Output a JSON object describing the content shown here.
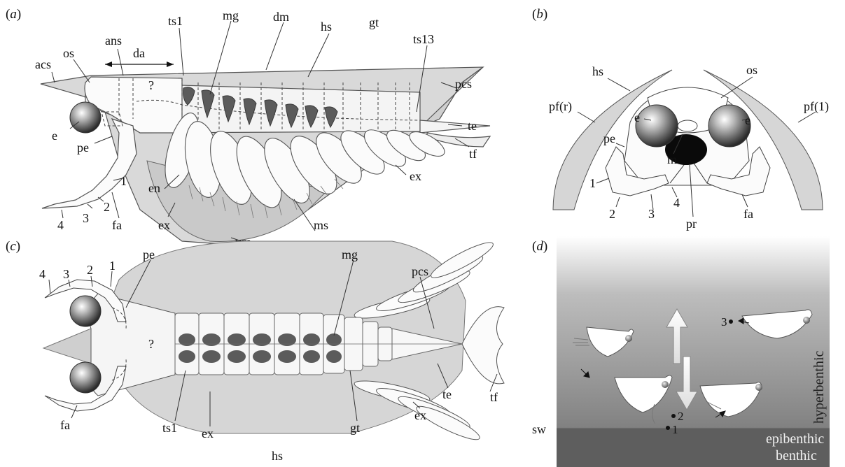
{
  "panel_a": {
    "tag_open": "(",
    "tag_letter": "a",
    "tag_close": ")",
    "labels": {
      "acs": "acs",
      "os": "os",
      "ans": "ans",
      "da": "da",
      "ts1": "ts1",
      "mg": "mg",
      "dm": "dm",
      "hs": "hs",
      "gt": "gt",
      "ts13": "ts13",
      "pcs": "pcs",
      "q": "?",
      "te": "te",
      "tf": "tf",
      "e": "e",
      "pe": "pe",
      "n1": "1",
      "n2": "2",
      "n3": "3",
      "n4": "4",
      "fa": "fa",
      "en": "en",
      "ex_left": "ex",
      "vm": "vm",
      "ms": "ms",
      "ex_right": "ex"
    }
  },
  "panel_b": {
    "tag_open": "(",
    "tag_letter": "b",
    "tag_close": ")",
    "labels": {
      "hs": "hs",
      "os": "os",
      "pfr": "pf(r)",
      "pfl": "pf(1)",
      "e_left": "e",
      "e_right": "e",
      "pe": "pe",
      "m": "m",
      "n1": "1",
      "n2": "2",
      "n3": "3",
      "n4": "4",
      "pr": "pr",
      "fa": "fa"
    }
  },
  "panel_c": {
    "tag_open": "(",
    "tag_letter": "c",
    "tag_close": ")",
    "labels": {
      "n4": "4",
      "n3": "3",
      "n2": "2",
      "n1": "1",
      "pe": "pe",
      "mg": "mg",
      "pcs": "pcs",
      "q": "?",
      "fa": "fa",
      "ts1": "ts1",
      "ex_mid": "ex",
      "hs": "hs",
      "gt": "gt",
      "ex_right": "ex",
      "te": "te",
      "tf": "tf"
    }
  },
  "panel_d": {
    "tag_open": "(",
    "tag_letter": "d",
    "tag_close": ")",
    "labels": {
      "p3": "3",
      "p2": "2",
      "p1": "1",
      "sw": "sw",
      "hyperbenthic": "hyperbenthic",
      "epibenthic": "epibenthic",
      "benthic": "benthic"
    }
  }
}
